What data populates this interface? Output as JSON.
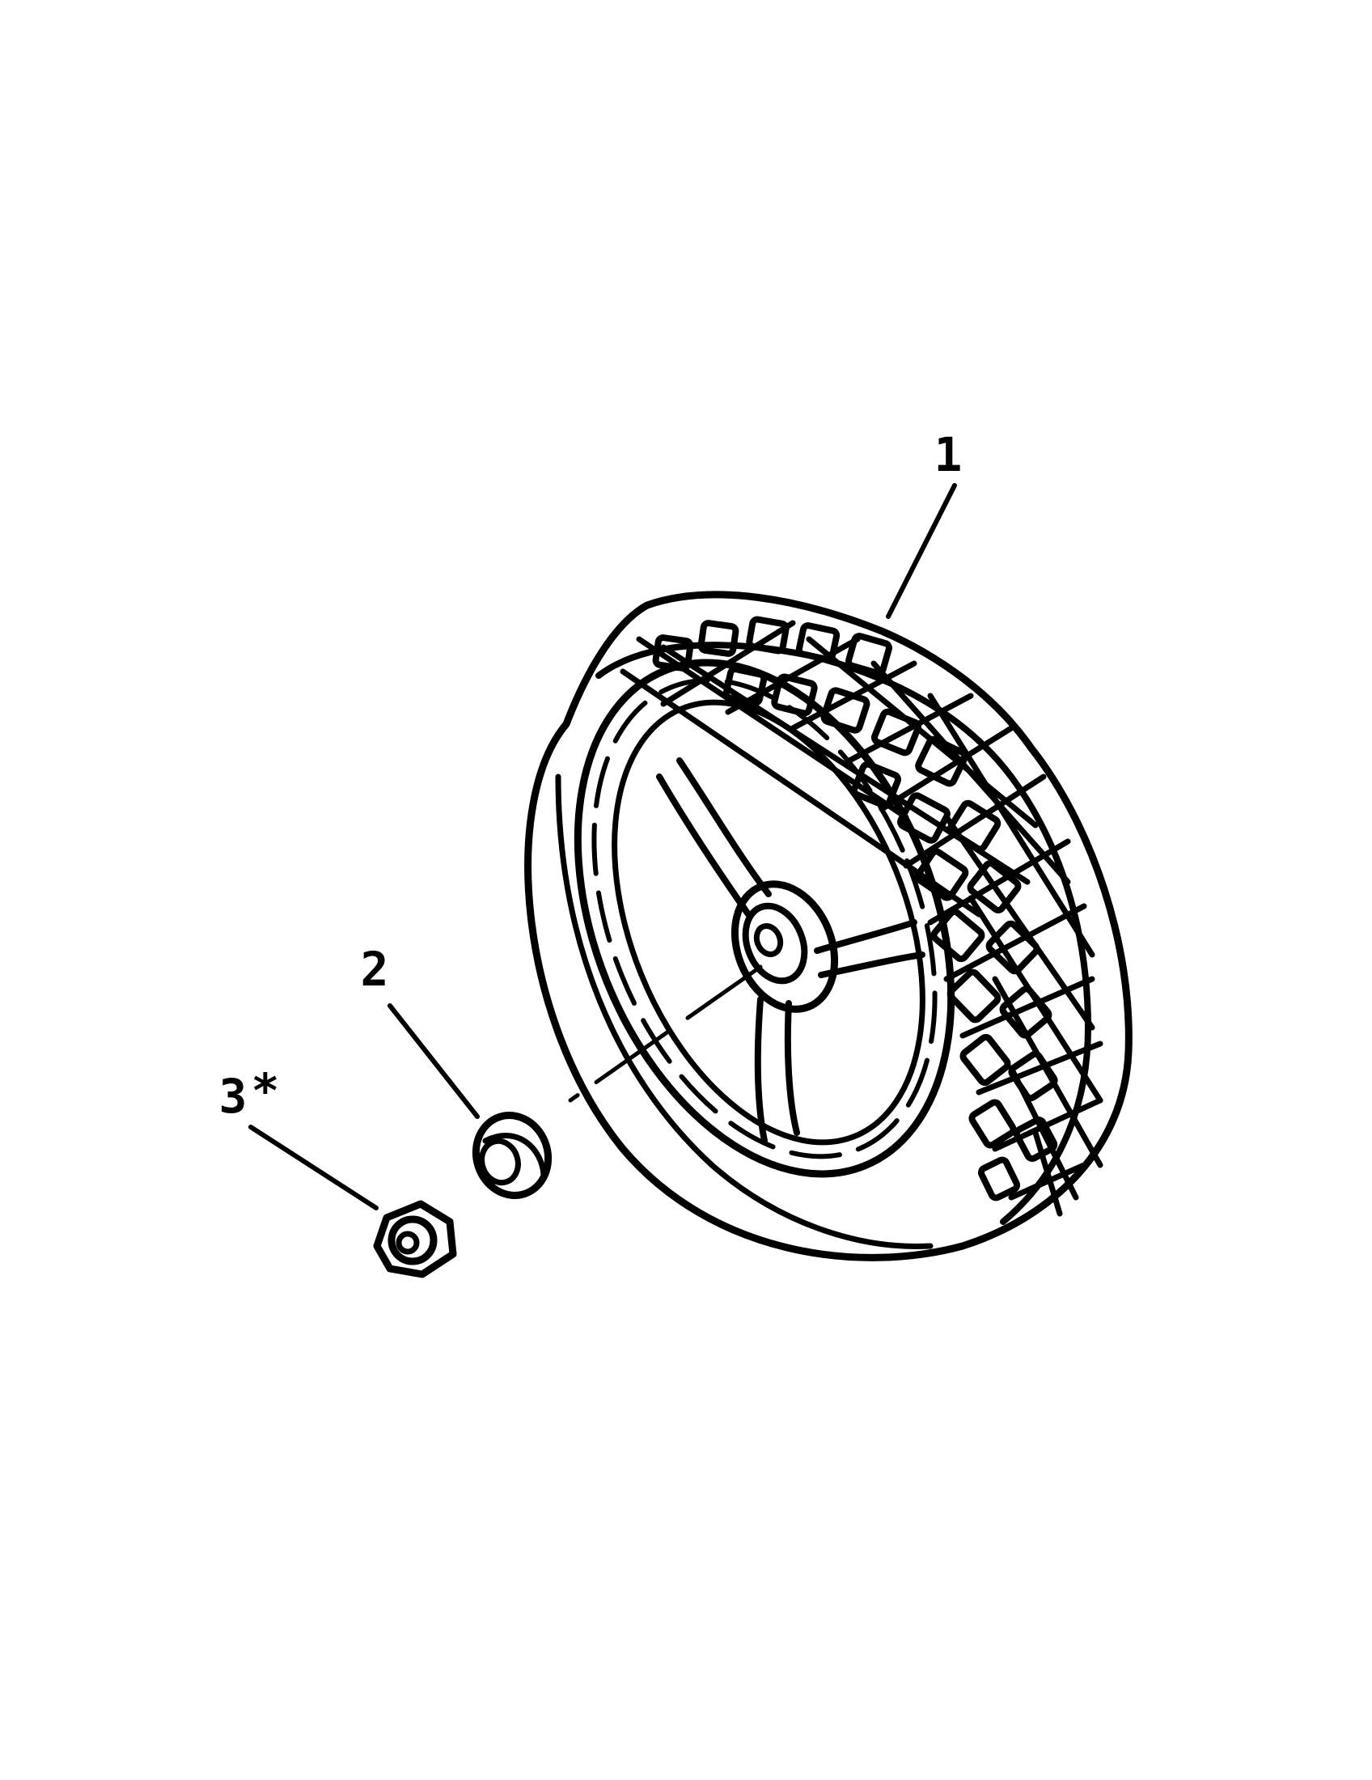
{
  "callouts": [
    {
      "id": "1",
      "label": "1",
      "part": "wheel"
    },
    {
      "id": "2",
      "label": "2",
      "part": "washer"
    },
    {
      "id": "3",
      "label": "3",
      "mark": "*",
      "part": "nut"
    }
  ],
  "colors": {
    "ink": "#000000",
    "paper": "#ffffff"
  }
}
